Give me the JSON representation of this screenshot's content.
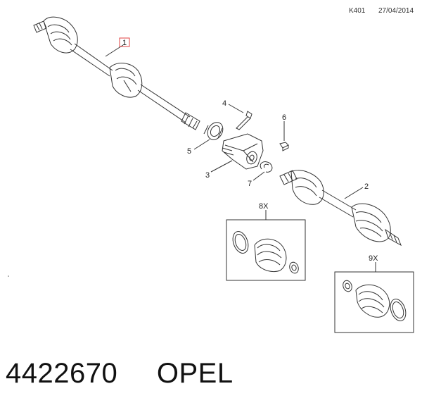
{
  "header": {
    "code": "K401",
    "date": "27/04/2014"
  },
  "callouts": {
    "c1": "1",
    "c2": "2",
    "c3": "3",
    "c4": "4",
    "c5": "5",
    "c6": "6",
    "c7": "7",
    "q8": "8X",
    "q9": "9X"
  },
  "footer": {
    "part_number": "4422670",
    "brand": "OPEL"
  },
  "colors": {
    "line": "#333333",
    "highlight": "#e04040"
  }
}
